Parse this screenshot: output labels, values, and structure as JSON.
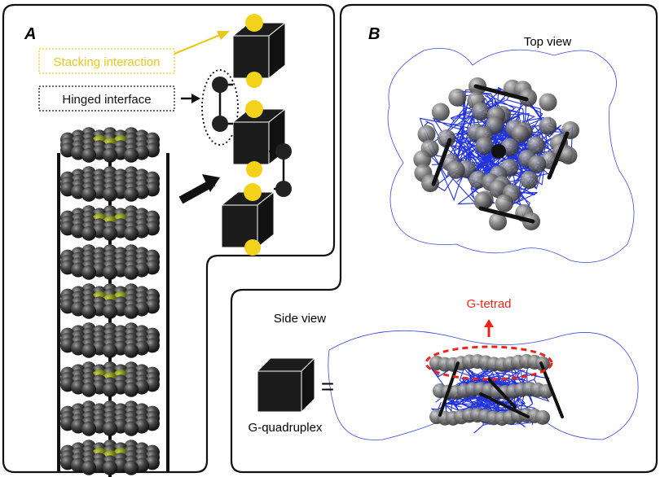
{
  "panel_a": {
    "letter": "A",
    "stacking_label": "Stacking interaction",
    "hinged_label": "Hinged interface"
  },
  "panel_b": {
    "letter": "B",
    "top_view_label": "Top view",
    "side_view_label": "Side view",
    "g_tetrad_label": "G-tetrad",
    "legend_label": "G-quadruplex",
    "equals_sign": "="
  },
  "colors": {
    "yellow": "#f2d21b",
    "dark": "#1c1c1c",
    "sphere": "#3a3a3a",
    "green": "#8a9a1e",
    "blue": "#2233dd",
    "red": "#e8261c"
  }
}
